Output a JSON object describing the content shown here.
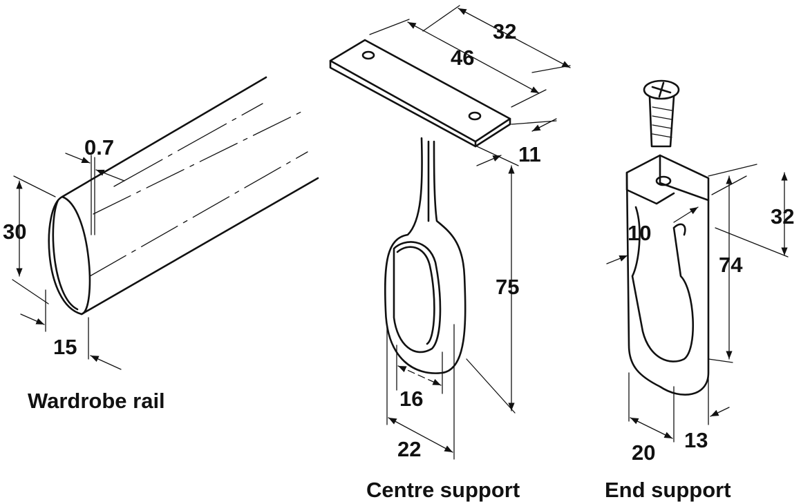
{
  "wardrobe_rail": {
    "caption": "Wardrobe rail",
    "dims": {
      "wall": "0.7",
      "height": "30",
      "width": "15"
    }
  },
  "centre_support": {
    "caption": "Centre support",
    "dims": {
      "hole_spacing": "32",
      "length": "46",
      "plate_width": "11",
      "height": "75",
      "inner_width": "16",
      "outer_width": "22"
    }
  },
  "end_support": {
    "caption": "End support",
    "dims": {
      "hole_offset": "10",
      "top_height": "32",
      "height": "74",
      "width": "20",
      "depth": "13"
    }
  }
}
